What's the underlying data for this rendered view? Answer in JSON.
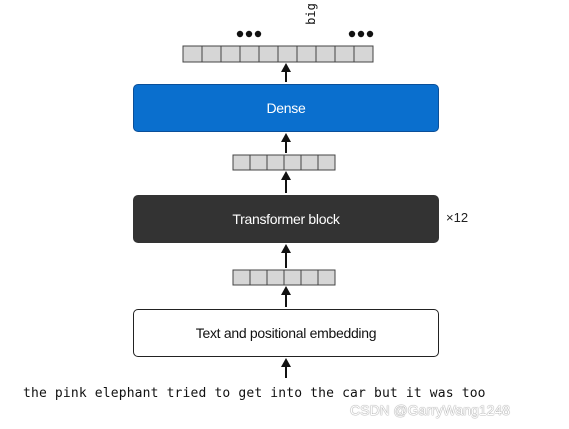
{
  "blocks": {
    "dense": {
      "label": "Dense",
      "color": "#0a6fce",
      "text_color": "#ffffff"
    },
    "transformer": {
      "label": "Transformer block",
      "color": "#333333",
      "text_color": "#ffffff",
      "repeat": "×12"
    },
    "embedding": {
      "label": "Text and positional embedding",
      "color": "#ffffff",
      "text_color": "#111111"
    }
  },
  "output_token": "big",
  "input_text": "the pink elephant tried to get into the car but it was too",
  "watermark": "CSDN @GarryWang1248",
  "vector_cells": {
    "output": 10,
    "hidden": 6,
    "embedding": 6
  },
  "colors": {
    "cell_fill": "#d6d6d6",
    "cell_stroke": "#444444",
    "arrow": "#111111"
  }
}
